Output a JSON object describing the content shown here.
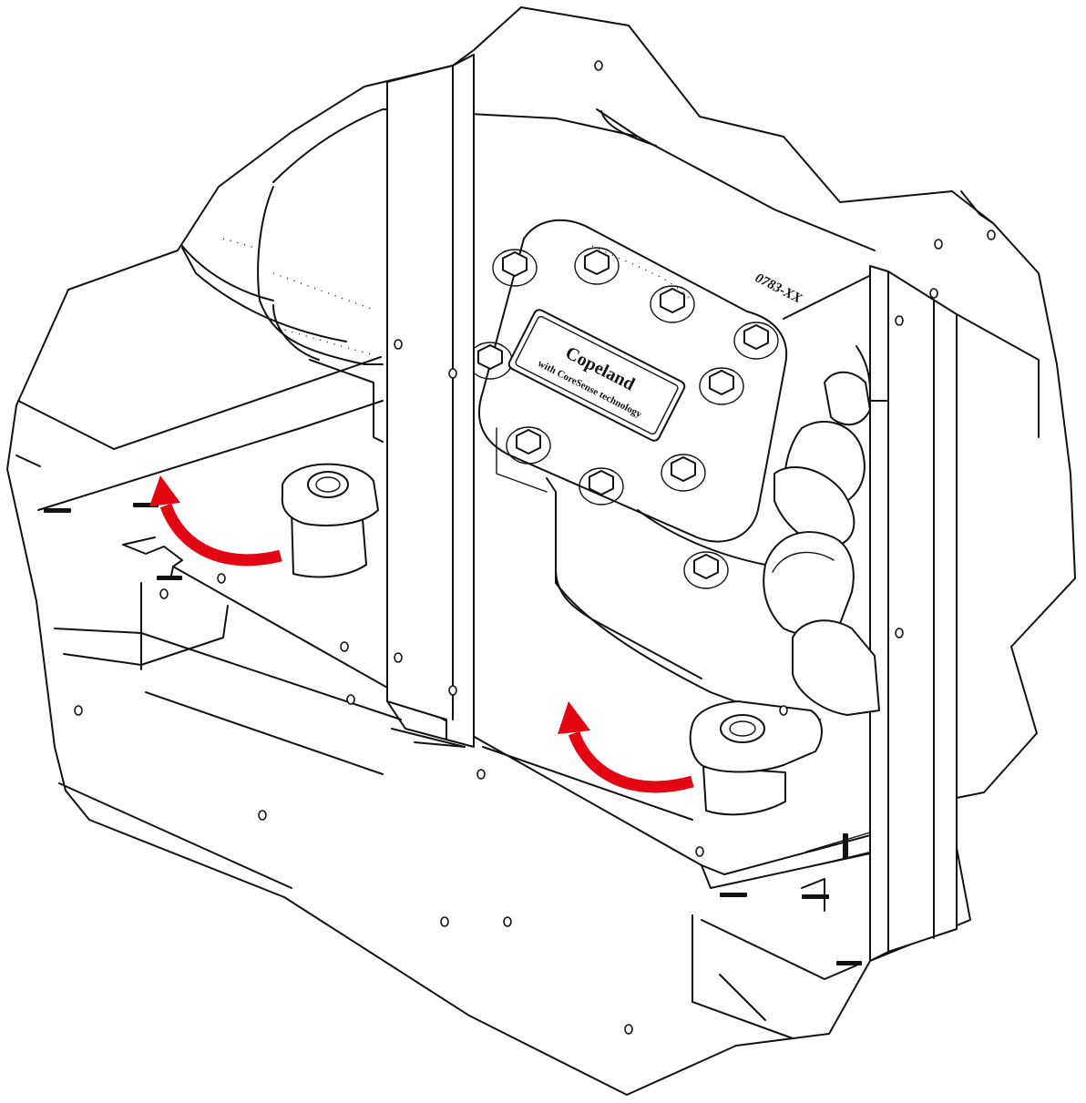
{
  "diagram": {
    "nameplate": {
      "brand": "Copeland",
      "subtext": "with CoreSense technology"
    },
    "model_marking": "0783-XX",
    "accent_color": "#e30613",
    "line_color": "#111111",
    "arrows": [
      {
        "id": "left-mount",
        "direction": "counter-clockwise"
      },
      {
        "id": "right-mount",
        "direction": "counter-clockwise"
      }
    ]
  }
}
